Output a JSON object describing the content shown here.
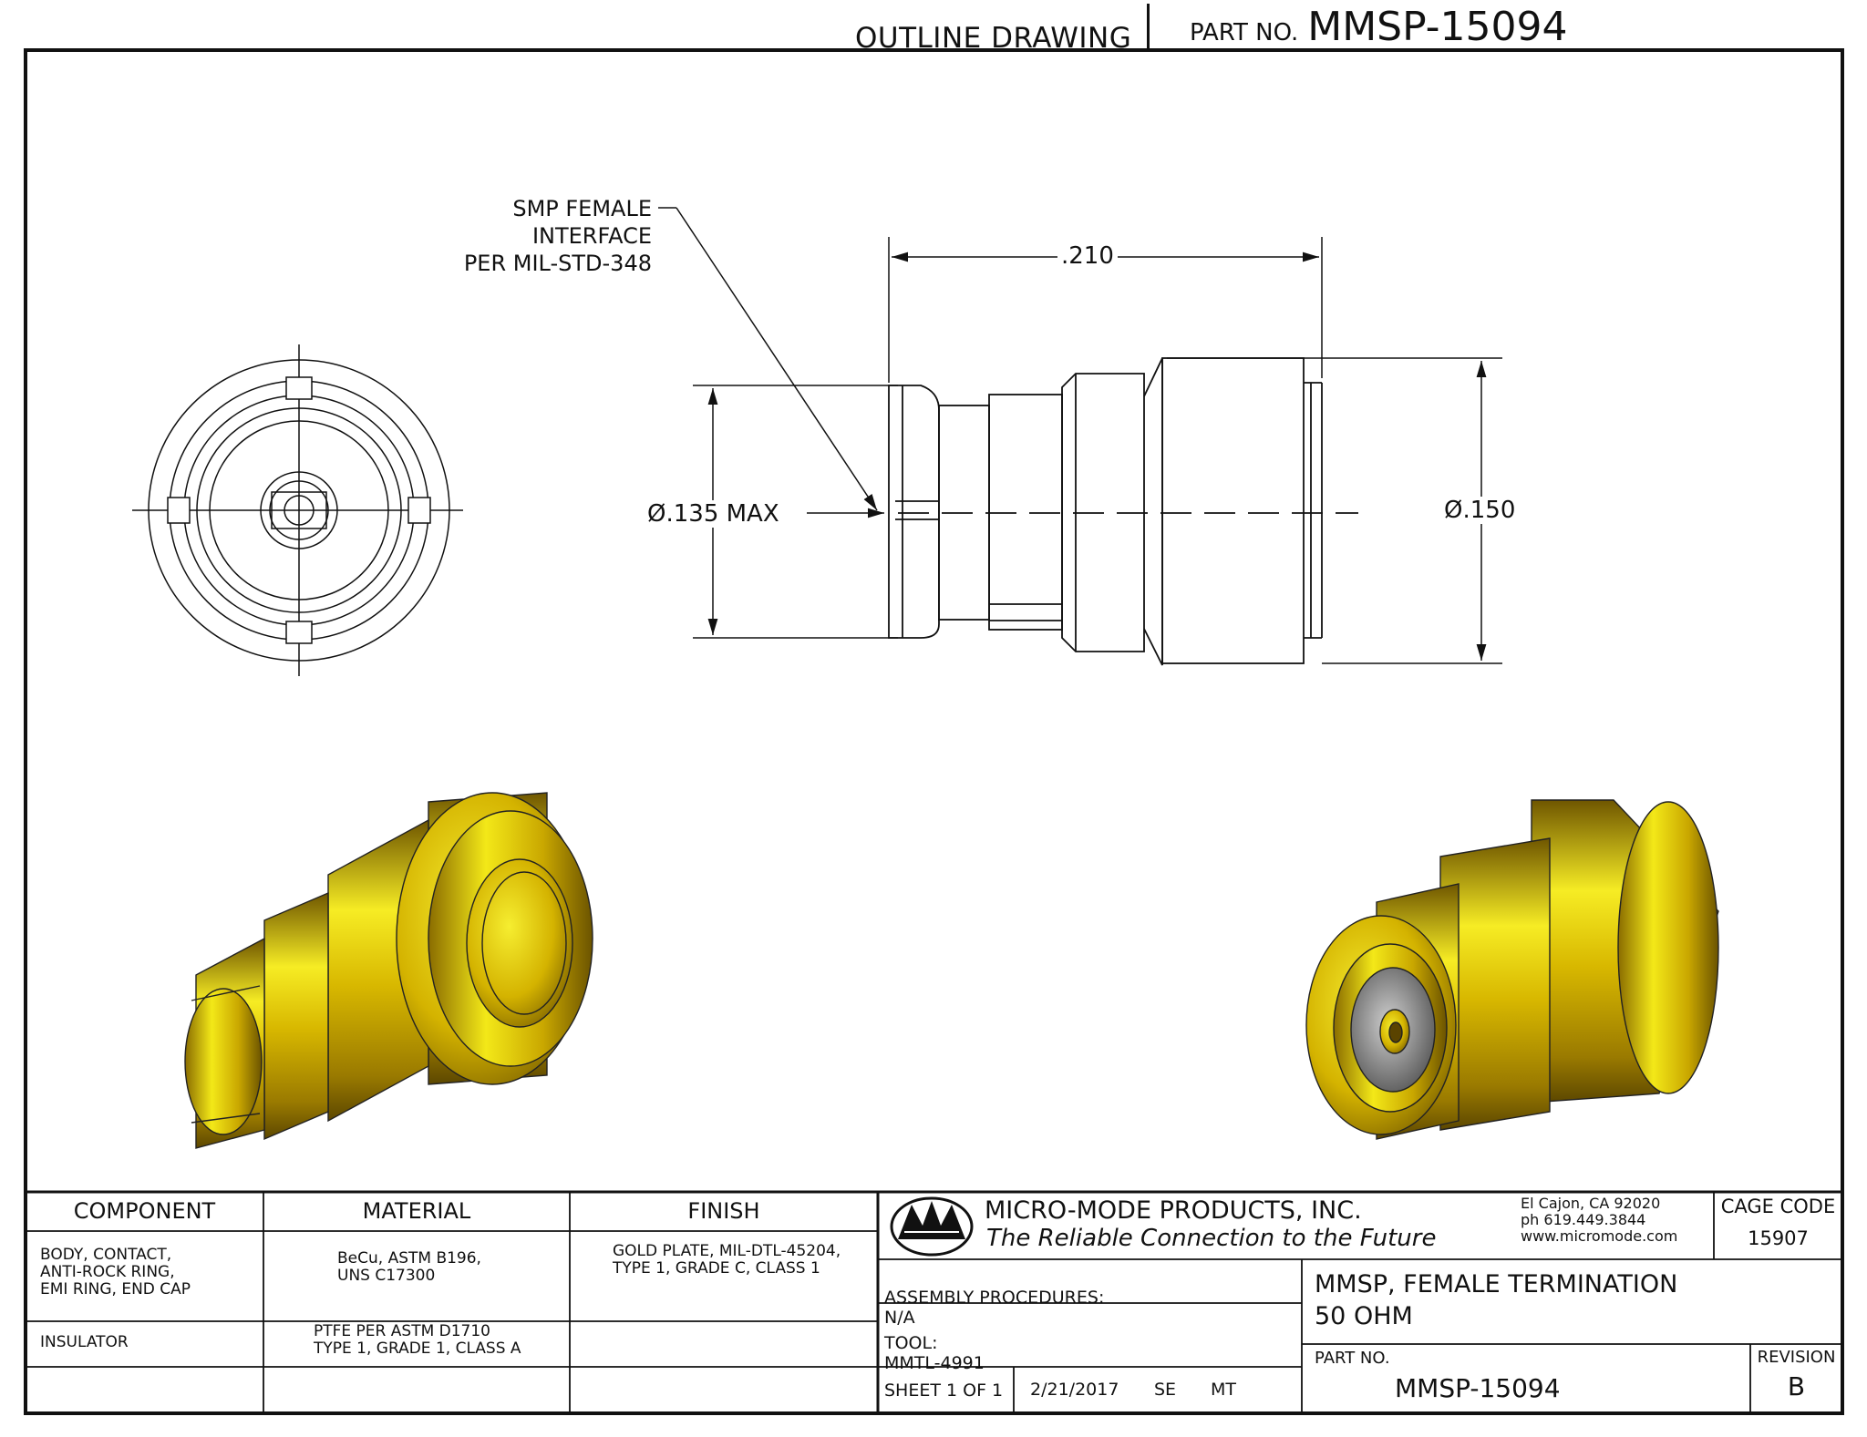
{
  "header": {
    "title": "OUTLINE DRAWING",
    "part_label": "PART NO.",
    "part_number": "MMSP-15094"
  },
  "drawing": {
    "note": "SMP FEMALE\nINTERFACE\nPER MIL-STD-348",
    "dim_length": ".210",
    "dim_dia_small": "Ø.135 MAX",
    "dim_dia_large": "Ø.150"
  },
  "colors": {
    "gold_light": "#f4ea1a",
    "gold_mid": "#d8b800",
    "gold_dark": "#8a6c00",
    "insulator": "#8c8c8c",
    "line": "#111111"
  },
  "bom": {
    "headers": [
      "COMPONENT",
      "MATERIAL",
      "FINISH"
    ],
    "rows": [
      {
        "component": "BODY, CONTACT,\nANTI-ROCK RING,\nEMI RING, END CAP",
        "material": "BeCu, ASTM B196,\nUNS C17300",
        "finish": "GOLD PLATE, MIL-DTL-45204,\nTYPE 1, GRADE C, CLASS 1"
      },
      {
        "component": "INSULATOR",
        "material": "PTFE PER ASTM D1710\nTYPE 1, GRADE 1, CLASS A",
        "finish": ""
      },
      {
        "component": "",
        "material": "",
        "finish": ""
      }
    ]
  },
  "company": {
    "name": "MICRO-MODE PRODUCTS, INC.",
    "tagline": "The Reliable Connection to the Future",
    "address": "El Cajon, CA 92020\nph 619.449.3844\nwww.micromode.com",
    "cage_label": "CAGE CODE",
    "cage_code": "15907"
  },
  "title_block": {
    "assembly_label": "ASSEMBLY PROCEDURES:",
    "assembly_value": "N/A",
    "tool_label": "TOOL:",
    "tool_value": "MMTL-4991",
    "description": "MMSP, FEMALE TERMINATION\n50 OHM",
    "part_label": "PART NO.",
    "part_number": "MMSP-15094",
    "revision_label": "REVISION",
    "revision": "B",
    "sheet": "SHEET 1 OF 1",
    "date": "2/21/2017",
    "drawn_by": "SE",
    "checked_by": "MT"
  }
}
